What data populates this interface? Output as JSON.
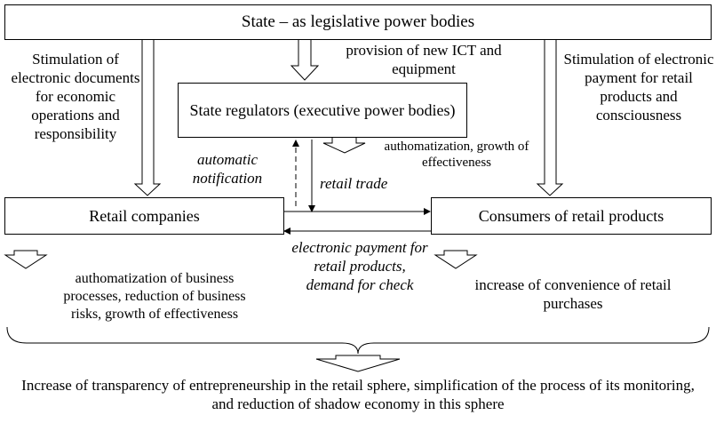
{
  "boxes": {
    "state": "State – as legislative power bodies",
    "regulators": "State regulators (executive power bodies)",
    "retail_companies": "Retail companies",
    "consumers": "Consumers of retail products"
  },
  "labels": {
    "stim_docs": "Stimulation of electronic documents for economic operations and responsibility",
    "provision_ict": "provision of new ICT and equipment",
    "stim_payment": "Stimulation of electronic payment for retail products and consciousness",
    "automat_reg": "authomatization, growth of effectiveness",
    "automatic_notification": "automatic notification",
    "retail_trade": "retail trade",
    "electronic_payment": "electronic payment for retail products, demand for check",
    "automat_business": "authomatization of business processes, reduction of business risks, growth of effectiveness",
    "convenience": "increase of convenience of retail purchases",
    "conclusion": "Increase of transparency of entrepreneurship in the retail sphere, simplification of the process of its monitoring, and reduction of shadow economy in this sphere"
  }
}
